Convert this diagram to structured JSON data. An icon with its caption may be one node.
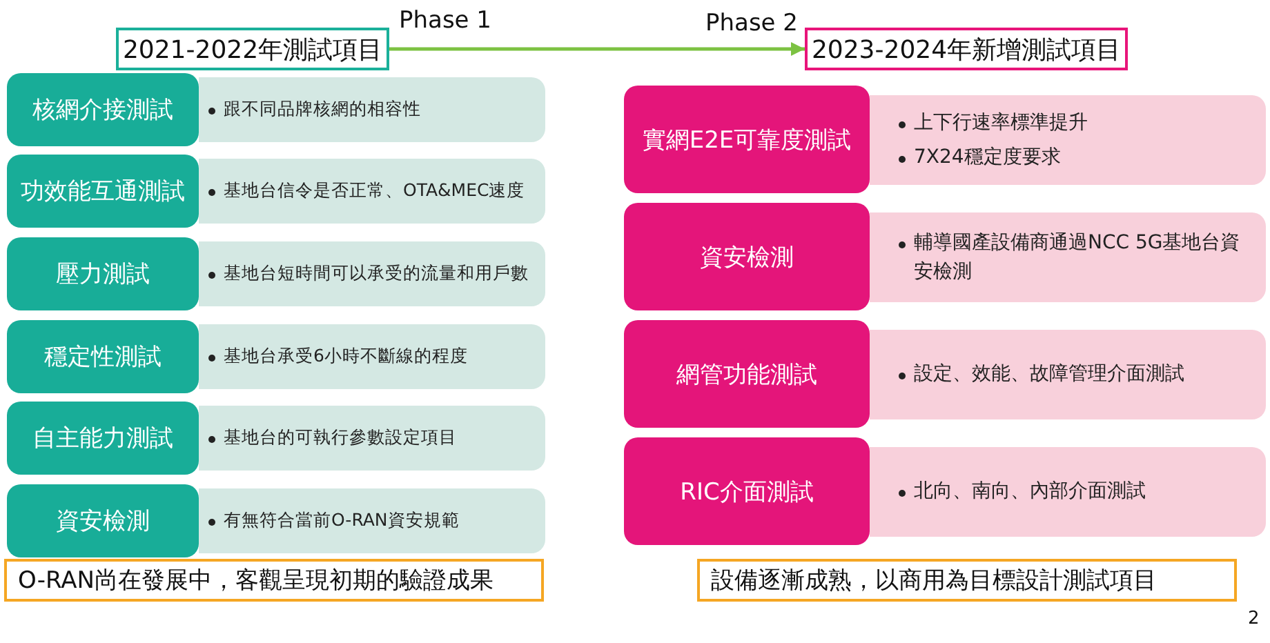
{
  "diagram": {
    "nodes": [
      {
        "text": [
          "2021-2022年測試項目"
        ]
      },
      {
        "text": [
          "2023-2024年新增測試項目"
        ]
      },
      {
        "text": [
          "核網介接測試"
        ]
      },
      {
        "text": [
          "跟不同品牌核網的相容性"
        ]
      },
      {
        "text": [
          "功效能互通測試"
        ]
      },
      {
        "text": [
          "基地台信令是否正常、OTA&MEC速度"
        ]
      },
      {
        "text": [
          "壓力測試"
        ]
      },
      {
        "text": [
          "基地台短時間可以承受的流量和用戶數"
        ]
      },
      {
        "text": [
          "穩定性測試"
        ]
      },
      {
        "text": [
          "基地台承受6小時不斷線的程度"
        ]
      },
      {
        "text": [
          "自主能力測試"
        ]
      },
      {
        "text": [
          "基地台的可執行參數設定項目"
        ]
      },
      {
        "text": [
          "資安檢測"
        ]
      },
      {
        "text": [
          "有無符合當前O-RAN資安規範"
        ]
      },
      {
        "text": [
          "實網E2E可靠度測試"
        ]
      },
      {
        "text": [
          "上下行速率標準提升",
          "7X24穩定度要求"
        ]
      },
      {
        "text": [
          "資安檢測"
        ]
      },
      {
        "text": [
          "輔導國產設備商通過NCC 5G基地台資安檢測"
        ]
      },
      {
        "text": [
          "網管功能測試"
        ]
      },
      {
        "text": [
          "設定、效能、故障管理介面測試"
        ]
      },
      {
        "text": [
          "RIC介面測試"
        ]
      },
      {
        "text": [
          "北向、南向、內部介面測試"
        ]
      },
      {
        "text": [
          "O-RAN尚在發展中，客觀呈現初期的驗證成果"
        ]
      },
      {
        "text": [
          "設備逐漸成熟，以商用為目標設計測試項目"
        ]
      }
    ],
    "edges": [
      {
        "from": 0,
        "to": 1,
        "arrow": "to",
        "color": "#7cc242"
      }
    ],
    "labels": [
      "Phase 1",
      "Phase 2",
      "2"
    ]
  }
}
